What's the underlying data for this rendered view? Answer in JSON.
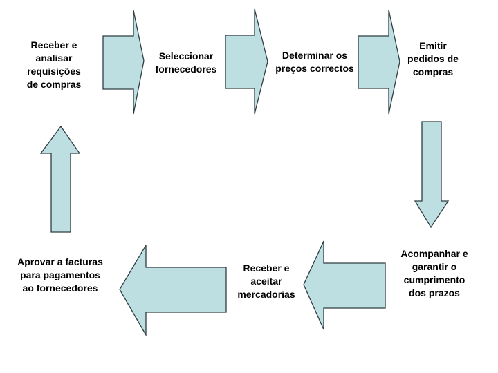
{
  "diagram": {
    "type": "cyclic-process-flowchart",
    "language": "pt",
    "steps": [
      {
        "id": "receber-requisicoes",
        "label": "Receber e\nanalisar\nrequisições\nde compras"
      },
      {
        "id": "seleccionar-fornecedores",
        "label": "Seleccionar\nfornecedores"
      },
      {
        "id": "determinar-precos",
        "label": "Determinar os\npreços correctos"
      },
      {
        "id": "emitir-pedidos",
        "label": "Emitir\npedidos de\ncompras"
      },
      {
        "id": "acompanhar-prazos",
        "label": "Acompanhar e\ngarantir o\ncumprimento\ndos prazos"
      },
      {
        "id": "receber-mercadorias",
        "label": "Receber e\naceitar\nmercadorias"
      },
      {
        "id": "aprovar-facturas",
        "label": "Aprovar a facturas\npara pagamentos\nao fornecedores"
      }
    ],
    "arrows": [
      {
        "from": "receber-requisicoes",
        "to": "seleccionar-fornecedores",
        "direction": "right"
      },
      {
        "from": "seleccionar-fornecedores",
        "to": "determinar-precos",
        "direction": "right"
      },
      {
        "from": "determinar-precos",
        "to": "emitir-pedidos",
        "direction": "right"
      },
      {
        "from": "emitir-pedidos",
        "to": "acompanhar-prazos",
        "direction": "down"
      },
      {
        "from": "acompanhar-prazos",
        "to": "receber-mercadorias",
        "direction": "left"
      },
      {
        "from": "receber-mercadorias",
        "to": "aprovar-facturas",
        "direction": "left"
      },
      {
        "from": "aprovar-facturas",
        "to": "receber-requisicoes",
        "direction": "up"
      }
    ],
    "colors": {
      "background": "#ffffff",
      "arrow_fill": "#bedfe2",
      "arrow_stroke": "#2e3d42",
      "text": "#000000"
    }
  }
}
